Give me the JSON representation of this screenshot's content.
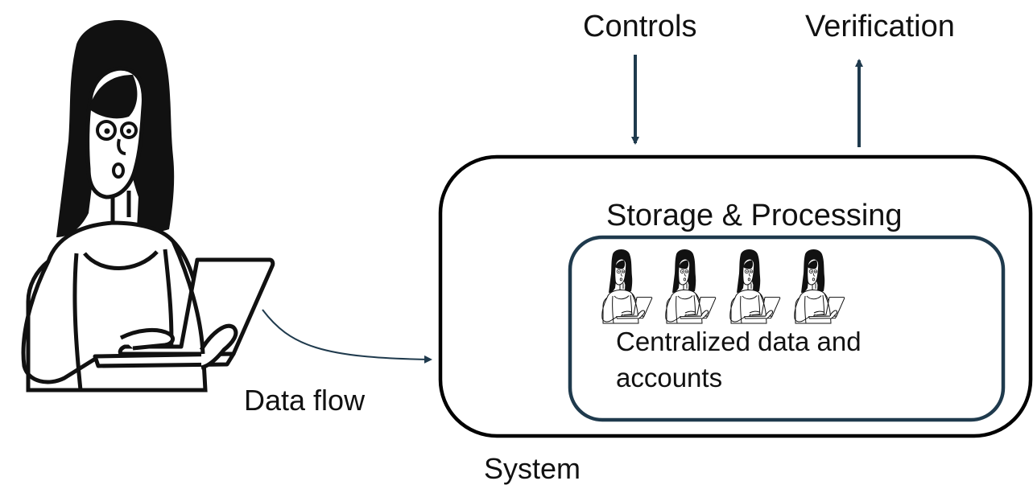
{
  "labels": {
    "controls": "Controls",
    "verification": "Verification",
    "storage_processing": "Storage & Processing",
    "centralized": "Centralized data and accounts",
    "data_flow": "Data flow",
    "system": "System"
  },
  "colors": {
    "arrow": "#1f3a4d",
    "inner_box_border": "#1f3a4d",
    "outer_box_border": "#000000",
    "ink": "#111111"
  },
  "icons": {
    "main_person": "person-with-laptop-icon",
    "small_people_count": 4,
    "small_person": "person-with-laptop-icon"
  }
}
